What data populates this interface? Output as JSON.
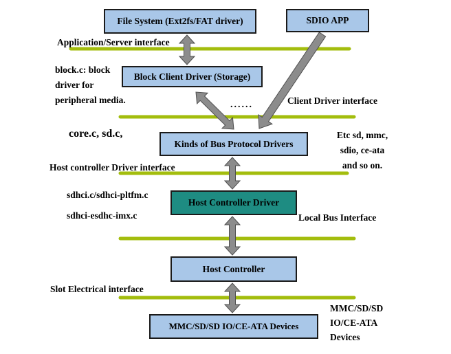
{
  "colors": {
    "background": "#FFFFFF",
    "box_fill_blue": "#A9C7E8",
    "box_fill_teal": "#1E8C82",
    "box_border": "#1A1A1A",
    "interface_line_green": "#A3BD0D",
    "arrow_gray": "#8C8C8C",
    "text": "#000000"
  },
  "boxes": {
    "file_system": "File System (Ext2fs/FAT driver)",
    "sdio_app": "SDIO APP",
    "block_client": "Block Client Driver (Storage)",
    "bus_protocol": "Kinds of Bus Protocol Drivers",
    "host_controller_driver": "Host Controller Driver",
    "host_controller": "Host Controller",
    "devices": "MMC/SD/SD IO/CE-ATA Devices"
  },
  "labels": {
    "app_server_interface": "Application/Server interface",
    "block_note_1": "block.c: block",
    "block_note_2": "driver for",
    "block_note_3": "peripheral media.",
    "client_driver_interface": "Client Driver interface",
    "core_files": "core.c, sd.c,",
    "etc_note_1": "Etc sd, mmc,",
    "etc_note_2": "sdio, ce-ata",
    "etc_note_3": "and so on.",
    "host_ctrl_interface": "Host controller Driver interface",
    "sdhci_files_1": "sdhci.c/sdhci-pltfm.c",
    "sdhci_files_2": "sdhci-esdhc-imx.c",
    "local_bus_interface": "Local Bus Interface",
    "slot_interface": "Slot Electrical interface",
    "devices_note_1": "MMC/SD/SD",
    "devices_note_2": "IO/CE-ATA",
    "devices_note_3": "Devices",
    "ellipsis": "......"
  }
}
